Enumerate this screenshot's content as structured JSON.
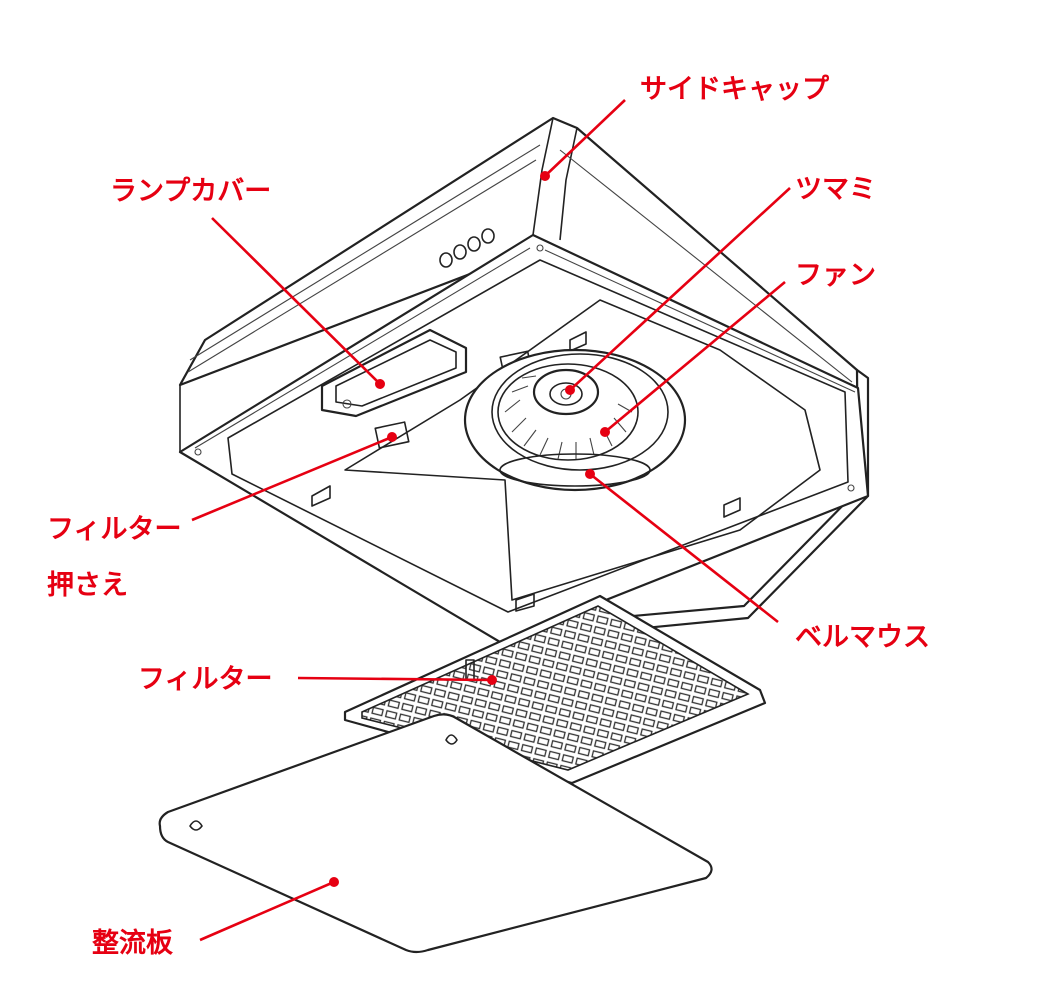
{
  "colors": {
    "accent": "#e60012",
    "line": "#222222"
  },
  "labels": {
    "side_cap": "サイドキャップ",
    "lamp_cover": "ランプカバー",
    "knob": "ツマミ",
    "fan": "ファン",
    "filter_holder_line1": "フィルター",
    "filter_holder_line2": "押さえ",
    "bell_mouth": "ベルマウス",
    "filter": "フィルター",
    "rectifier_plate": "整流板"
  }
}
